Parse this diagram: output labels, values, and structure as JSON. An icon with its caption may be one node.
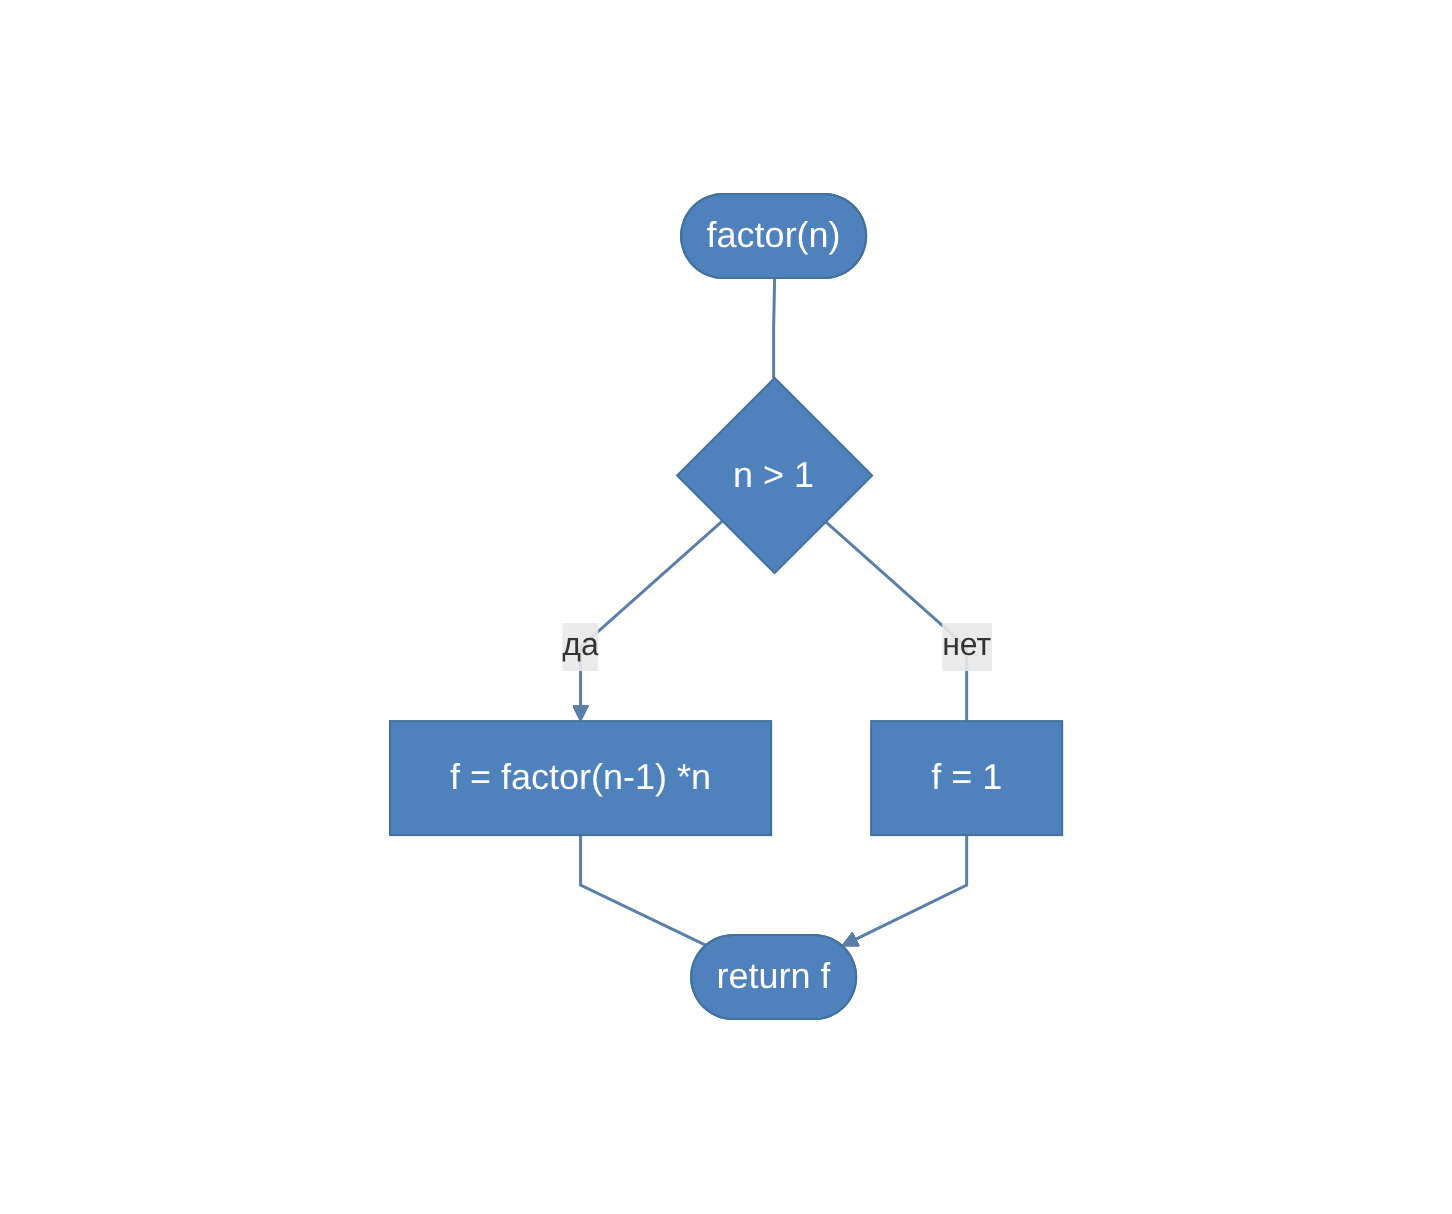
{
  "diagram": {
    "nodes": [
      {
        "text": [
          "factor(n)"
        ]
      },
      {
        "text": [
          "n > 1"
        ]
      },
      {
        "text": [
          "f = factor(n-1) *n"
        ]
      },
      {
        "text": [
          "f = 1"
        ]
      },
      {
        "text": [
          "return f"
        ]
      }
    ],
    "edges": [
      {
        "from": 0,
        "to": 1,
        "arrow": "none"
      },
      {
        "from": 1,
        "to": 2,
        "arrow": "to",
        "label": "да"
      },
      {
        "from": 1,
        "to": 3,
        "arrow": "none",
        "label": "нет"
      },
      {
        "from": 2,
        "to": 4,
        "arrow": "none"
      },
      {
        "from": 3,
        "to": 4,
        "arrow": "to"
      }
    ]
  }
}
